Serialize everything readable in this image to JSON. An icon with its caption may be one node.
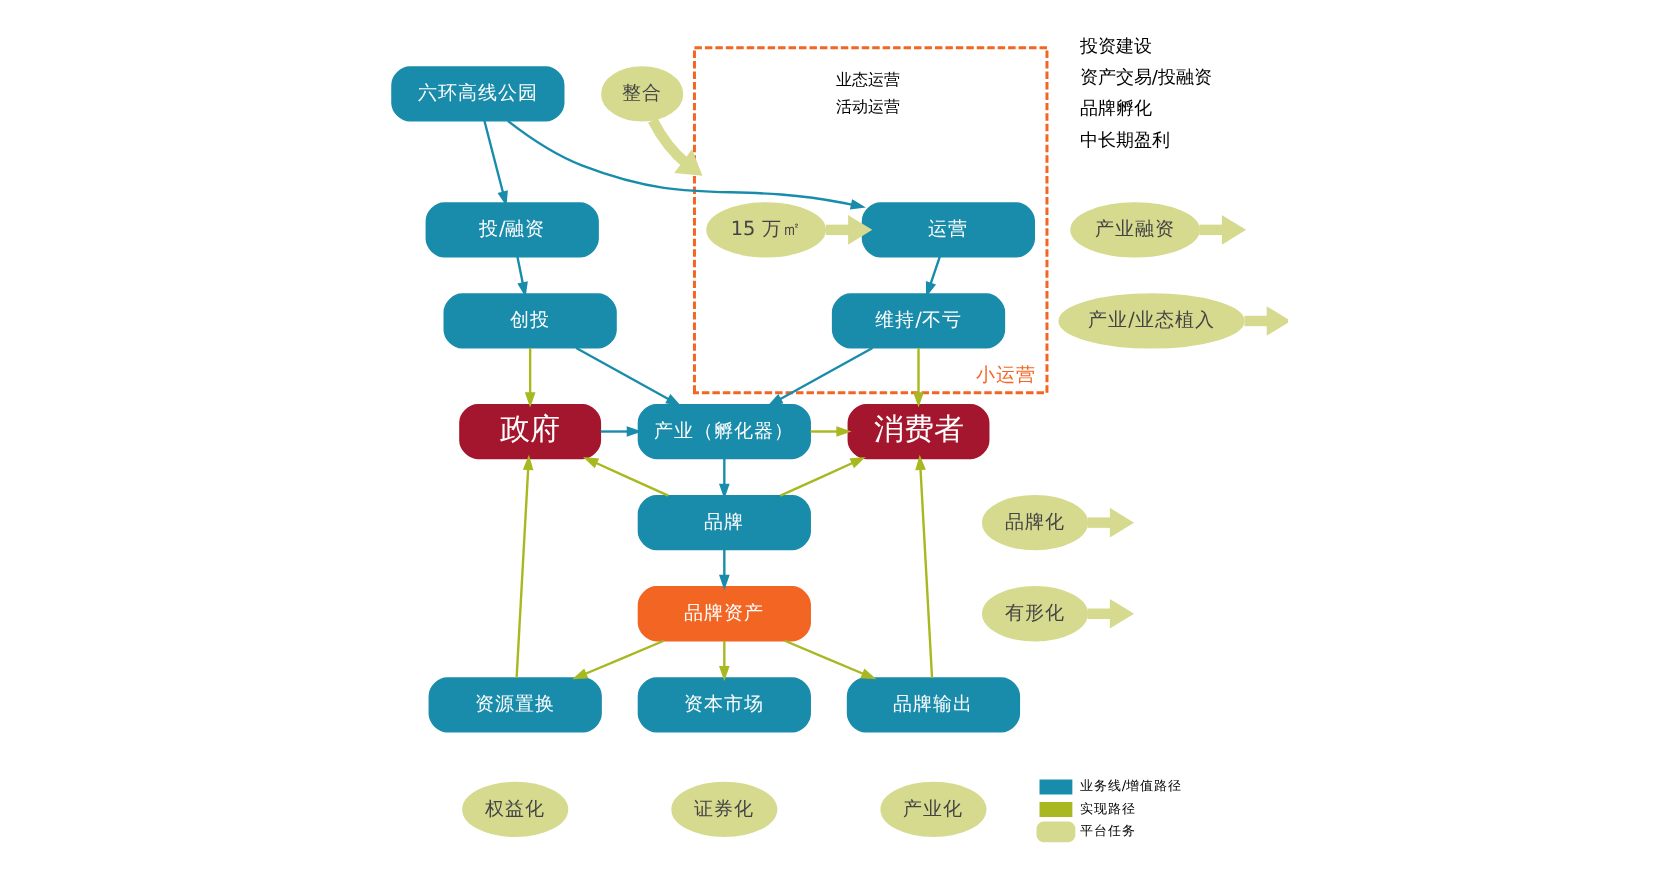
{
  "diagram": {
    "nodes": [
      {
        "text": [
          "六环高线公园"
        ]
      },
      {
        "text": [
          "整合"
        ]
      },
      {
        "text": [
          "小运营"
        ]
      },
      {
        "text": [
          "投/融资"
        ]
      },
      {
        "text": [
          "运营"
        ],
        "in": 2
      },
      {
        "text": [
          "产业融资"
        ]
      },
      {
        "text": [
          "15 万㎡"
        ],
        "in": 2
      },
      {
        "text": [
          "创投"
        ]
      },
      {
        "text": [
          "维持/不亏"
        ],
        "in": 2
      },
      {
        "text": [
          "产业/业态植入"
        ]
      },
      {
        "text": [
          "政府"
        ]
      },
      {
        "text": [
          "产业（孵化器）"
        ]
      },
      {
        "text": [
          "消费者"
        ]
      },
      {
        "text": [
          "品牌化"
        ]
      },
      {
        "text": [
          "品牌"
        ]
      },
      {
        "text": [
          "有形化"
        ]
      },
      {
        "text": [
          "品牌资产"
        ]
      },
      {
        "text": [
          "资源置换"
        ]
      },
      {
        "text": [
          "资本市场"
        ]
      },
      {
        "text": [
          "品牌输出"
        ]
      },
      {
        "text": [
          "权益化"
        ]
      },
      {
        "text": [
          "证券化"
        ]
      },
      {
        "text": [
          "产业化"
        ]
      }
    ],
    "edges": [
      {
        "from": 0,
        "to": 3,
        "arrow": "to",
        "color": "#1a8cab"
      },
      {
        "from": 0,
        "to": 4,
        "arrow": "to",
        "color": "#1a8cab"
      },
      {
        "from": 3,
        "to": 7,
        "arrow": "to",
        "color": "#1a8cab"
      },
      {
        "from": 4,
        "to": 8,
        "arrow": "to",
        "color": "#1a8cab"
      },
      {
        "from": 7,
        "to": 11,
        "arrow": "to",
        "color": "#1a8cab"
      },
      {
        "from": 8,
        "to": 11,
        "arrow": "to",
        "color": "#1a8cab"
      },
      {
        "from": 10,
        "to": 11,
        "arrow": "to",
        "color": "#1a8cab"
      },
      {
        "from": 11,
        "to": 14,
        "arrow": "to",
        "color": "#1a8cab"
      },
      {
        "from": 14,
        "to": 16,
        "arrow": "to",
        "color": "#1a8cab"
      },
      {
        "from": 7,
        "to": 10,
        "arrow": "to"
      },
      {
        "from": 8,
        "to": 12,
        "arrow": "to"
      },
      {
        "from": 11,
        "to": 12,
        "arrow": "to"
      },
      {
        "from": 14,
        "to": 10,
        "arrow": "to"
      },
      {
        "from": 14,
        "to": 12,
        "arrow": "to"
      },
      {
        "from": 16,
        "to": 17,
        "arrow": "to"
      },
      {
        "from": 16,
        "to": 18,
        "arrow": "to"
      },
      {
        "from": 16,
        "to": 19,
        "arrow": "to"
      },
      {
        "from": 17,
        "to": 10,
        "arrow": "to"
      },
      {
        "from": 19,
        "to": 12,
        "arrow": "to"
      },
      {
        "from": 1,
        "to": 2,
        "arrow": "to",
        "style": "thick",
        "color": "#d6da8e"
      },
      {
        "from": 5,
        "to": null,
        "arrow": "to",
        "style": "thick",
        "color": "#d6da8e"
      },
      {
        "from": 6,
        "to": 4,
        "arrow": "to",
        "style": "thick",
        "color": "#d6da8e"
      },
      {
        "from": 9,
        "to": null,
        "arrow": "to",
        "style": "thick",
        "color": "#d6da8e"
      },
      {
        "from": 13,
        "to": null,
        "arrow": "to",
        "style": "thick",
        "color": "#d6da8e"
      },
      {
        "from": 15,
        "to": null,
        "arrow": "to",
        "style": "thick",
        "color": "#d6da8e"
      }
    ],
    "labels": [
      "投资建设",
      "资产交易/投融资",
      "品牌孵化",
      "中长期盈利",
      "业态运营",
      "活动运营"
    ],
    "legend": [
      {
        "text": "业务线/增值路径"
      },
      {
        "text": "实现路径"
      },
      {
        "text": "平台任务"
      }
    ]
  }
}
